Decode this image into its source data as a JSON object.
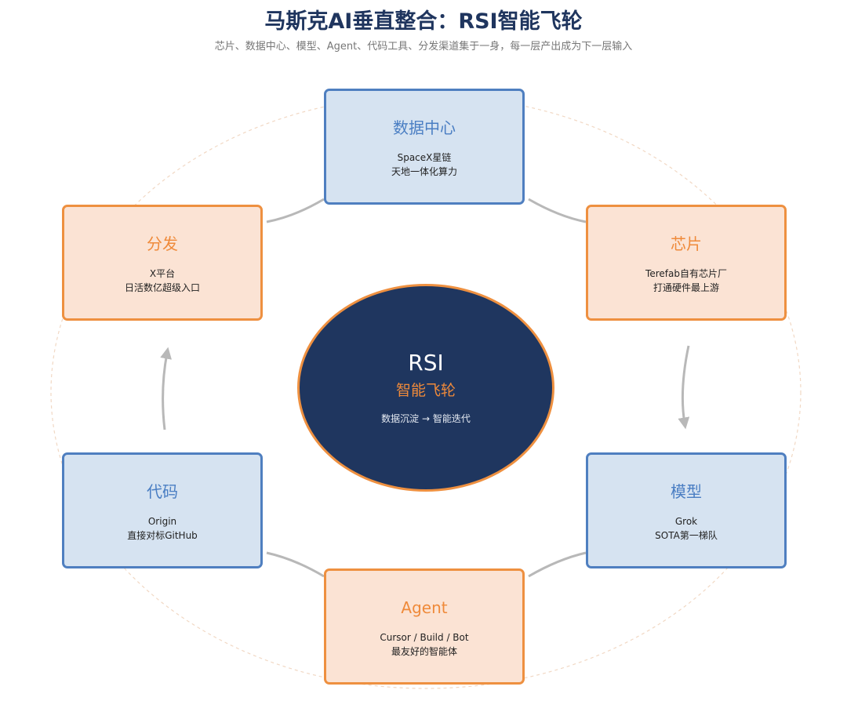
{
  "header": {
    "title": "马斯克AI垂直整合：RSI智能飞轮",
    "subtitle": "芯片、数据中心、模型、Agent、代码工具、分发渠道集于一身，每一层产出成为下一层输入"
  },
  "center": {
    "title": "RSI",
    "subtitle": "智能飞轮",
    "caption": "数据沉淀 → 智能迭代"
  },
  "nodes": {
    "datacenter": {
      "title": "数据中心",
      "line1": "SpaceX星链",
      "line2": "天地一体化算力"
    },
    "chips": {
      "title": "芯片",
      "line1": "Terefab自有芯片厂",
      "line2": "打通硬件最上游"
    },
    "models": {
      "title": "模型",
      "line1": "Grok",
      "line2": "SOTA第一梯队"
    },
    "agent": {
      "title": "Agent",
      "line1": "Cursor / Build / Bot",
      "line2": "最友好的智能体"
    },
    "code": {
      "title": "代码",
      "line1": "Origin",
      "line2": "直接对标GitHub"
    },
    "distribution": {
      "title": "分发",
      "line1": "X平台",
      "line2": "日活数亿超级入口"
    }
  },
  "colors": {
    "blue_fill": "#d6e3f1",
    "blue_border": "#4f7fc0",
    "orange_fill": "#fbe3d4",
    "orange_border": "#ee9040",
    "center_fill": "#1f365f",
    "title_color": "#1f355e",
    "connector": "#b8b8b8",
    "orbit": "#f1d8c4"
  }
}
